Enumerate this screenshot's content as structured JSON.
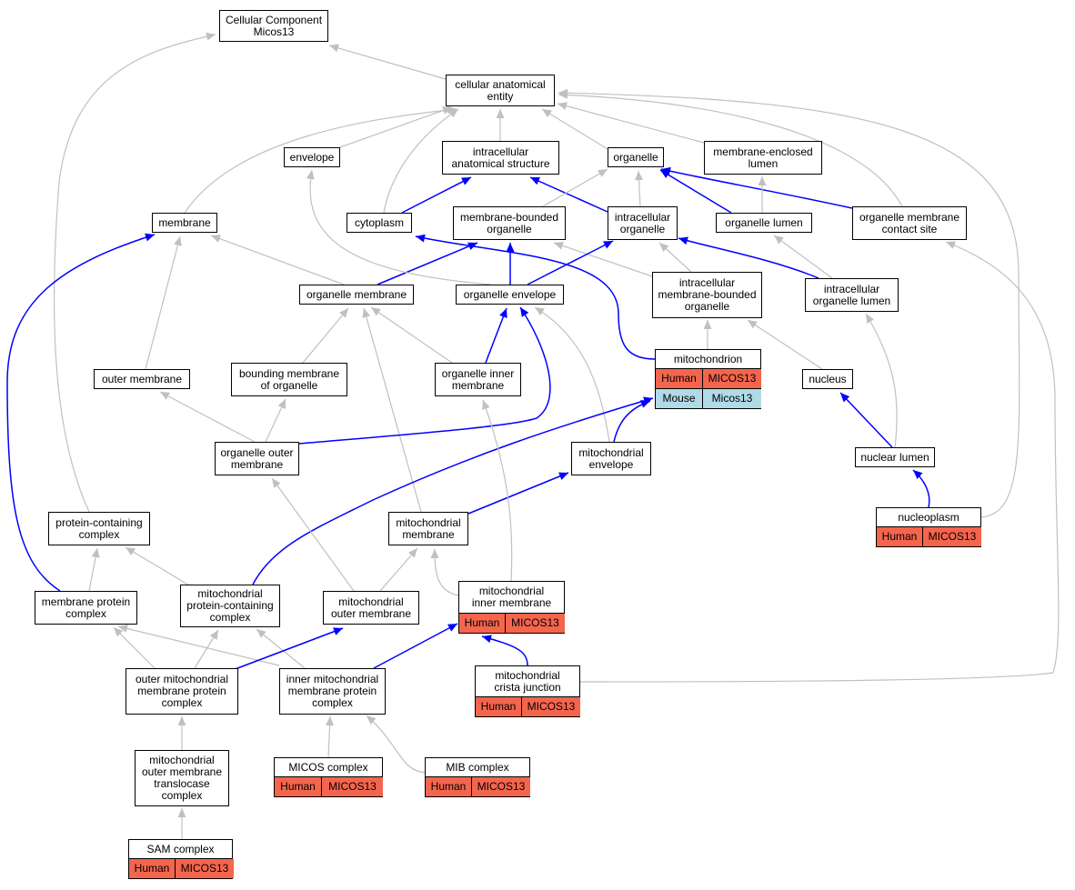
{
  "colors": {
    "edge_gray": "#c0c0c0",
    "edge_blue": "#0000ff",
    "human": "#f4654d",
    "mouse": "#b0dae6"
  },
  "nodes": {
    "root": {
      "label": "Cellular Component\nMicos13"
    },
    "cae": {
      "label": "cellular anatomical\nentity"
    },
    "envelope": {
      "label": "envelope"
    },
    "ias": {
      "label": "intracellular\nanatomical structure"
    },
    "organelle": {
      "label": "organelle"
    },
    "mel": {
      "label": "membrane-enclosed\nlumen"
    },
    "membrane": {
      "label": "membrane"
    },
    "cytoplasm": {
      "label": "cytoplasm"
    },
    "mbo": {
      "label": "membrane-bounded\norganelle"
    },
    "icorg": {
      "label": "intracellular\norganelle"
    },
    "olumen": {
      "label": "organelle lumen"
    },
    "omcs": {
      "label": "organelle membrane\ncontact site"
    },
    "orgmem": {
      "label": "organelle membrane"
    },
    "orgenv": {
      "label": "organelle envelope"
    },
    "imbo": {
      "label": "intracellular\nmembrane-bounded\norganelle"
    },
    "icol": {
      "label": "intracellular\norganelle lumen"
    },
    "mito": {
      "label": "mitochondrion",
      "rows": [
        [
          "Human",
          "MICOS13"
        ],
        [
          "Mouse",
          "Micos13"
        ]
      ]
    },
    "outermem": {
      "label": "outer membrane"
    },
    "bmo": {
      "label": "bounding membrane\nof organelle"
    },
    "oim": {
      "label": "organelle inner\nmembrane"
    },
    "nucleus": {
      "label": "nucleus"
    },
    "oom": {
      "label": "organelle outer\nmembrane"
    },
    "mitoenv": {
      "label": "mitochondrial\nenvelope"
    },
    "nuclumen": {
      "label": "nuclear lumen"
    },
    "pcc": {
      "label": "protein-containing\ncomplex"
    },
    "mitomem": {
      "label": "mitochondrial\nmembrane"
    },
    "nucleoplasm": {
      "label": "nucleoplasm",
      "rows": [
        [
          "Human",
          "MICOS13"
        ]
      ]
    },
    "mpc": {
      "label": "membrane protein\ncomplex"
    },
    "mpcc": {
      "label": "mitochondrial\nprotein-containing\ncomplex"
    },
    "mom": {
      "label": "mitochondrial\nouter membrane"
    },
    "mim": {
      "label": "mitochondrial\ninner membrane",
      "rows": [
        [
          "Human",
          "MICOS13"
        ]
      ]
    },
    "ommpc": {
      "label": "outer mitochondrial\nmembrane protein\ncomplex"
    },
    "immpc": {
      "label": "inner mitochondrial\nmembrane protein\ncomplex"
    },
    "mcj": {
      "label": "mitochondrial\ncrista junction",
      "rows": [
        [
          "Human",
          "MICOS13"
        ]
      ]
    },
    "tom": {
      "label": "mitochondrial\nouter membrane\ntranslocase\ncomplex"
    },
    "micos": {
      "label": "MICOS complex",
      "rows": [
        [
          "Human",
          "MICOS13"
        ]
      ]
    },
    "mib": {
      "label": "MIB complex",
      "rows": [
        [
          "Human",
          "MICOS13"
        ]
      ]
    },
    "sam": {
      "label": "SAM complex",
      "rows": [
        [
          "Human",
          "MICOS13"
        ]
      ]
    }
  },
  "edges": [
    {
      "from": "cae",
      "to": "root",
      "kind": "is_a"
    },
    {
      "from": "pcc",
      "to": "root",
      "kind": "is_a"
    },
    {
      "from": "envelope",
      "to": "cae",
      "kind": "is_a"
    },
    {
      "from": "ias",
      "to": "cae",
      "kind": "is_a"
    },
    {
      "from": "organelle",
      "to": "cae",
      "kind": "is_a"
    },
    {
      "from": "mel",
      "to": "cae",
      "kind": "is_a"
    },
    {
      "from": "membrane",
      "to": "cae",
      "kind": "is_a"
    },
    {
      "from": "cytoplasm",
      "to": "cae",
      "kind": "is_a"
    },
    {
      "from": "omcs",
      "to": "cae",
      "kind": "is_a"
    },
    {
      "from": "nucleoplasm",
      "to": "cae",
      "kind": "is_a"
    },
    {
      "from": "cytoplasm",
      "to": "ias",
      "kind": "part_of"
    },
    {
      "from": "icorg",
      "to": "ias",
      "kind": "part_of"
    },
    {
      "from": "mbo",
      "to": "organelle",
      "kind": "is_a"
    },
    {
      "from": "icorg",
      "to": "organelle",
      "kind": "is_a"
    },
    {
      "from": "olumen",
      "to": "organelle",
      "kind": "part_of"
    },
    {
      "from": "omcs",
      "to": "organelle",
      "kind": "part_of"
    },
    {
      "from": "olumen",
      "to": "mel",
      "kind": "is_a"
    },
    {
      "from": "orgmem",
      "to": "membrane",
      "kind": "is_a"
    },
    {
      "from": "outermem",
      "to": "membrane",
      "kind": "is_a"
    },
    {
      "from": "mpc",
      "to": "membrane",
      "kind": "part_of"
    },
    {
      "from": "orgmem",
      "to": "mbo",
      "kind": "part_of"
    },
    {
      "from": "orgenv",
      "to": "mbo",
      "kind": "part_of"
    },
    {
      "from": "imbo",
      "to": "mbo",
      "kind": "is_a"
    },
    {
      "from": "orgenv",
      "to": "icorg",
      "kind": "part_of"
    },
    {
      "from": "imbo",
      "to": "icorg",
      "kind": "is_a"
    },
    {
      "from": "icol",
      "to": "icorg",
      "kind": "part_of"
    },
    {
      "from": "icol",
      "to": "olumen",
      "kind": "is_a"
    },
    {
      "from": "orgenv",
      "to": "envelope",
      "kind": "is_a"
    },
    {
      "from": "mito",
      "to": "cytoplasm",
      "kind": "part_of"
    },
    {
      "from": "oim",
      "to": "orgmem",
      "kind": "is_a"
    },
    {
      "from": "bmo",
      "to": "orgmem",
      "kind": "is_a"
    },
    {
      "from": "mitomem",
      "to": "orgmem",
      "kind": "is_a"
    },
    {
      "from": "oim",
      "to": "orgenv",
      "kind": "part_of"
    },
    {
      "from": "oom",
      "to": "orgenv",
      "kind": "part_of"
    },
    {
      "from": "mitoenv",
      "to": "orgenv",
      "kind": "is_a"
    },
    {
      "from": "mito",
      "to": "imbo",
      "kind": "is_a"
    },
    {
      "from": "nucleus",
      "to": "imbo",
      "kind": "is_a"
    },
    {
      "from": "nuclumen",
      "to": "icol",
      "kind": "is_a"
    },
    {
      "from": "nuclumen",
      "to": "nucleus",
      "kind": "part_of"
    },
    {
      "from": "nucleoplasm",
      "to": "nuclumen",
      "kind": "part_of"
    },
    {
      "from": "mcj",
      "to": "omcs",
      "kind": "is_a"
    },
    {
      "from": "oom",
      "to": "outermem",
      "kind": "is_a"
    },
    {
      "from": "oom",
      "to": "bmo",
      "kind": "is_a"
    },
    {
      "from": "mitoenv",
      "to": "mito",
      "kind": "part_of"
    },
    {
      "from": "mpcc",
      "to": "mito",
      "kind": "part_of"
    },
    {
      "from": "mitomem",
      "to": "mitoenv",
      "kind": "part_of"
    },
    {
      "from": "mom",
      "to": "oom",
      "kind": "is_a"
    },
    {
      "from": "mom",
      "to": "mitomem",
      "kind": "is_a"
    },
    {
      "from": "mim",
      "to": "mitomem",
      "kind": "is_a"
    },
    {
      "from": "mim",
      "to": "oim",
      "kind": "is_a"
    },
    {
      "from": "mpc",
      "to": "pcc",
      "kind": "is_a"
    },
    {
      "from": "mpcc",
      "to": "pcc",
      "kind": "is_a"
    },
    {
      "from": "ommpc",
      "to": "mpc",
      "kind": "is_a"
    },
    {
      "from": "immpc",
      "to": "mpc",
      "kind": "is_a"
    },
    {
      "from": "ommpc",
      "to": "mpcc",
      "kind": "is_a"
    },
    {
      "from": "immpc",
      "to": "mpcc",
      "kind": "is_a"
    },
    {
      "from": "ommpc",
      "to": "mom",
      "kind": "part_of"
    },
    {
      "from": "immpc",
      "to": "mim",
      "kind": "part_of"
    },
    {
      "from": "mcj",
      "to": "mim",
      "kind": "part_of"
    },
    {
      "from": "tom",
      "to": "ommpc",
      "kind": "is_a"
    },
    {
      "from": "sam",
      "to": "tom",
      "kind": "is_a"
    },
    {
      "from": "micos",
      "to": "immpc",
      "kind": "is_a"
    },
    {
      "from": "mib",
      "to": "immpc",
      "kind": "is_a"
    }
  ]
}
